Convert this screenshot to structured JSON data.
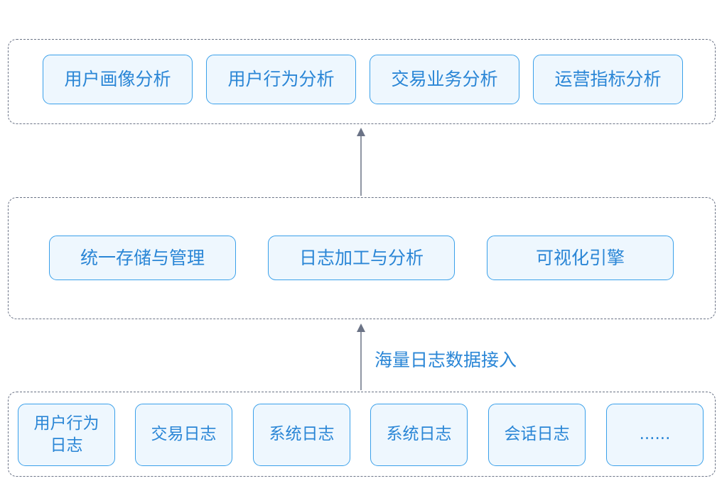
{
  "layers": {
    "top": {
      "boxes": [
        "用户画像分析",
        "用户行为分析",
        "交易业务分析",
        "运营指标分析"
      ]
    },
    "middle": {
      "boxes": [
        "统一存储与管理",
        "日志加工与分析",
        "可视化引擎"
      ]
    },
    "bottom": {
      "boxes": [
        "用户行为\n日志",
        "交易日志",
        "系统日志",
        "系统日志",
        "会话日志",
        "......"
      ]
    }
  },
  "ingest_label": "海量日志数据接入",
  "colors": {
    "box_border": "#3aa0ea",
    "box_fill": "#eef7fe",
    "box_text": "#2a86d6",
    "layer_border": "#6b7386",
    "arrow": "#6b7386"
  }
}
